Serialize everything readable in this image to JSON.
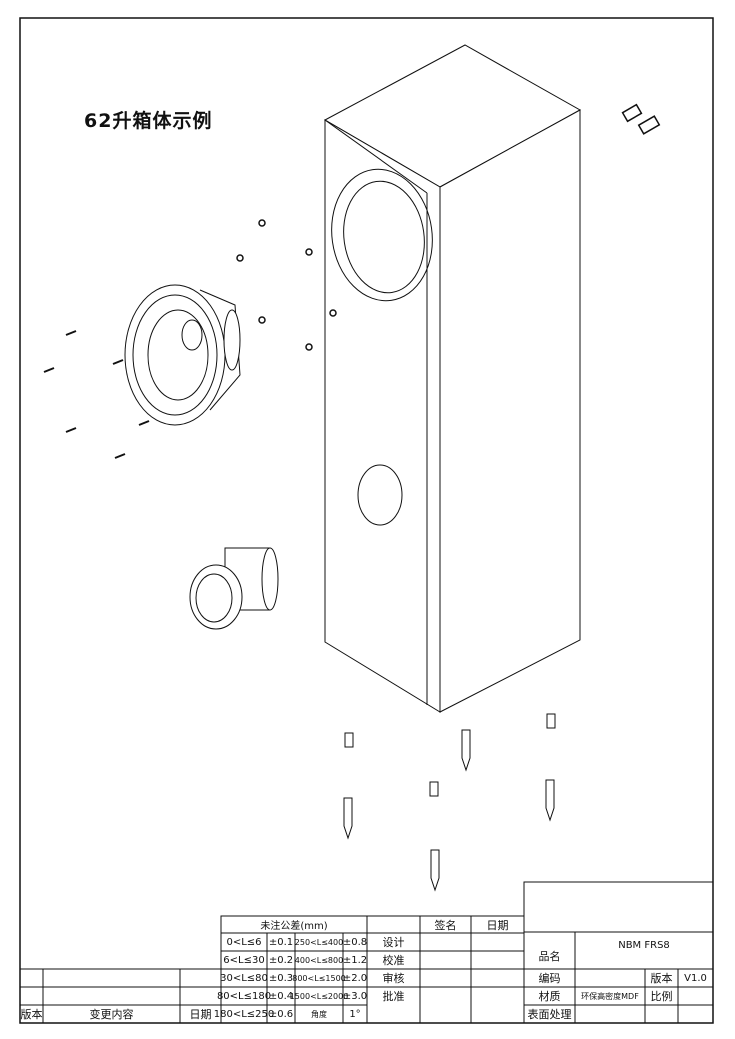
{
  "drawing_title": "62升箱体示例",
  "revision_table": {
    "version": "版本",
    "change": "变更内容",
    "date": "日期"
  },
  "tolerance": {
    "header": "未注公差(mm)",
    "rows": [
      [
        "0<L≤6",
        "±0.1",
        "250<L≤400",
        "±0.8"
      ],
      [
        "6<L≤30",
        "±0.2",
        "400<L≤800",
        "±1.2"
      ],
      [
        "30<L≤80",
        "±0.3",
        "800<L≤1500",
        "±2.0"
      ],
      [
        "80<L≤180",
        "±0.4",
        "1500<L≤2000",
        "±3.0"
      ],
      [
        "180<L≤250",
        "±0.6",
        "角度",
        "1°"
      ]
    ]
  },
  "signoff": {
    "sign": "签名",
    "date": "日期",
    "roles": [
      "设计",
      "校准",
      "审核",
      "批准"
    ]
  },
  "info": {
    "product_label": "品名",
    "product": "NBM FRS8",
    "code_label": "编码",
    "version_label": "版本",
    "version": "V1.0",
    "material_label": "材质",
    "material": "环保高密度MDF",
    "scale_label": "比例",
    "surface_label": "表面处理"
  }
}
